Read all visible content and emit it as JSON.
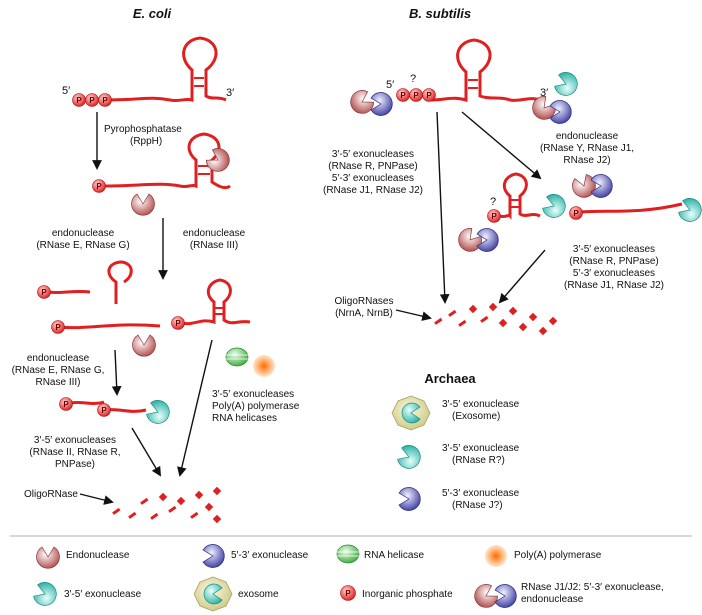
{
  "titles": {
    "ecoli": "E. coli",
    "bsub": "B. subtilis",
    "archaea": "Archaea"
  },
  "ends": {
    "five": "5′",
    "three": "3′",
    "q": "?"
  },
  "p_symbol": "P",
  "ecoli": {
    "pyro": [
      "Pyrophosphatase",
      "(RppH)"
    ],
    "endo1": [
      "endonuclease",
      "(RNase E, RNase G)"
    ],
    "endo3": [
      "endonuclease",
      "(RNase III)"
    ],
    "endo2": [
      "endonuclease",
      "(RNase E, RNase G,",
      "RNase III)"
    ],
    "exo": [
      "3′-5′ exonucleases",
      "(RNase II, RNase R,",
      "PNPase)"
    ],
    "poly": [
      "3′-5′ exonucleases",
      "Poly(A) polymerase",
      "RNA helicases"
    ],
    "oligo": "OligoRNase"
  },
  "bsub": {
    "exoleft": [
      "3′-5′ exonucleases",
      "(RNase R, PNPase)",
      "5′-3′ exonucleases",
      "(RNase J1, RNase J2)"
    ],
    "endoY": [
      "endonuclease",
      "(RNase Y, RNase J1,",
      "RNase J2)"
    ],
    "exoright": [
      "3′-5′ exonucleases",
      "(RNase R, PNPase)",
      "5′-3′ exonucleases",
      "(RNase J1, RNase J2)"
    ],
    "oligo": [
      "OligoRNases",
      "(NrnA, NrnB)"
    ]
  },
  "archaea": {
    "exosome": [
      "3′-5′ exonuclease",
      "(Exosome)"
    ],
    "rnaseR": [
      "3′-5′ exonuclease",
      "(RNase R?)"
    ],
    "rnaseJ": [
      "5′-3′ exonuclease",
      "(RNase J?)"
    ]
  },
  "legend": {
    "endonuclease": "Endonuclease",
    "exo53": "5′-3′ exonuclease",
    "helicase": "RNA helicase",
    "polyA": "Poly(A) polymerase",
    "exo35": "3′-5′ exonuclease",
    "exosome": "exosome",
    "phosphate": "Inorganic phosphate",
    "rnaseJ": [
      "RNase J1/J2: 5′-3′ exonuclease,",
      "endonuclease"
    ]
  },
  "colors": {
    "rna": "#e02020",
    "endonuclease": "#c05a5a",
    "exo35": "#3cc0b4",
    "exo53": "#4f4fb0",
    "helicase": "#4cb84c",
    "polyA": "#f08a2a",
    "exosome": "#d6d28a"
  },
  "icons": [
    "endonuclease-icon",
    "exo53-icon",
    "helicase-icon",
    "polyA-icon",
    "exo35-icon",
    "exosome-icon",
    "phosphate-icon",
    "rnaseJ-icon"
  ]
}
